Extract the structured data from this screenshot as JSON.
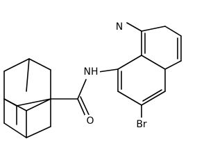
{
  "molecule": {
    "atom_labels": {
      "ring_nitrogen": "N",
      "amide_nh": "NH",
      "carbonyl_oxygen": "O",
      "bromine": "Br"
    },
    "colors": {
      "bond": "#000000",
      "label": "#000000",
      "background": "#ffffff"
    }
  }
}
